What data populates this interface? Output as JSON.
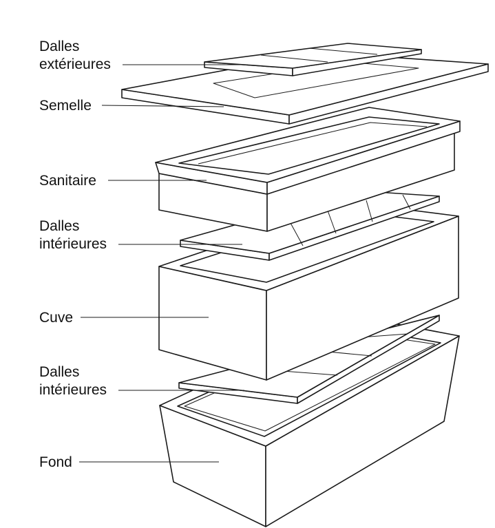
{
  "labels": {
    "dalles_exterieures": [
      "Dalles",
      "extérieures"
    ],
    "semelle": "Semelle",
    "sanitaire": "Sanitaire",
    "dalles_interieures_top": [
      "Dalles",
      "intérieures"
    ],
    "cuve": "Cuve",
    "dalles_interieures_bottom": [
      "Dalles",
      "intérieures"
    ],
    "fond": "Fond"
  },
  "colors": {
    "line": "#1a1a1a",
    "background": "#ffffff",
    "text": "#111111"
  }
}
